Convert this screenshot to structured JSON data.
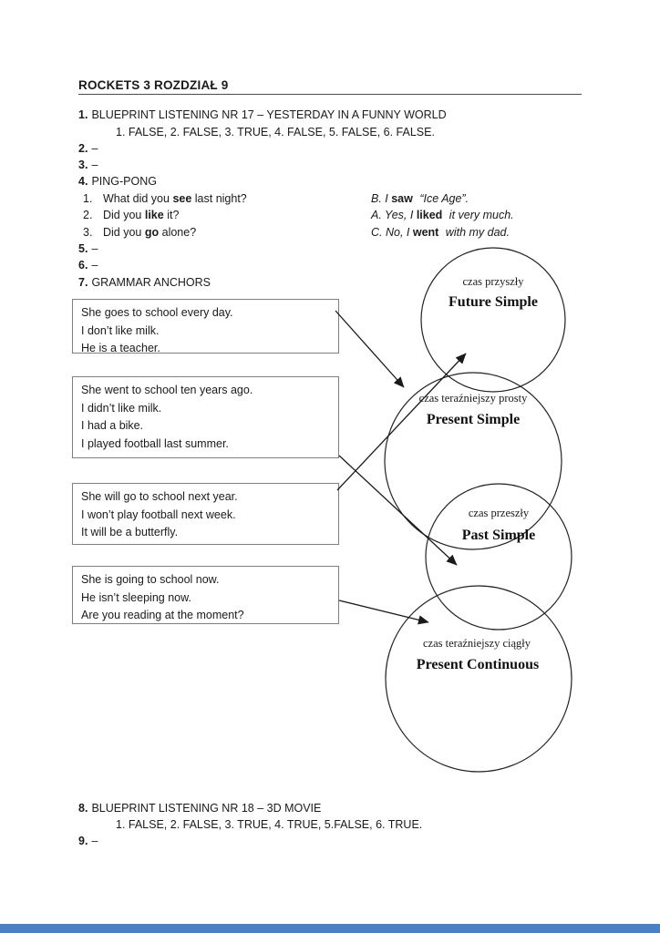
{
  "header": {
    "title": "ROCKETS 3 ROZDZIAŁ 9"
  },
  "items": {
    "i1": {
      "num": "1.",
      "text": "BLUEPRINT LISTENING NR 17 – YESTERDAY IN A FUNNY WORLD",
      "answers": "1. FALSE, 2. FALSE, 3. TRUE, 4. FALSE, 5. FALSE, 6. FALSE."
    },
    "i2": {
      "num": "2.",
      "text": "–"
    },
    "i3": {
      "num": "3.",
      "text": "–"
    },
    "i4": {
      "num": "4.",
      "text": "PING-PONG"
    },
    "i5": {
      "num": "5.",
      "text": "–"
    },
    "i6": {
      "num": "6.",
      "text": "–"
    },
    "i7": {
      "num": "7.",
      "text": "GRAMMAR ANCHORS"
    },
    "i8": {
      "num": "8.",
      "text": "BLUEPRINT LISTENING NR 18 – 3D MOVIE",
      "answers": "1. FALSE, 2. FALSE, 3. TRUE, 4. TRUE, 5.FALSE, 6. TRUE."
    },
    "i9": {
      "num": "9.",
      "text": "–"
    }
  },
  "pingpong": {
    "questions": [
      {
        "num": "1.",
        "pre": "What did you ",
        "bold": "see",
        "post": "  last night?"
      },
      {
        "num": "2.",
        "pre": "Did you ",
        "bold": "like",
        "post": " it?"
      },
      {
        "num": "3.",
        "pre": "Did you ",
        "bold": "go",
        "post": " alone?"
      }
    ],
    "answers": [
      {
        "pre": "B. I ",
        "bold": "saw",
        "post": " “Ice Age”."
      },
      {
        "pre": "A. Yes, I ",
        "bold": "liked",
        "post": " it very much."
      },
      {
        "pre": "C. No, I ",
        "bold": "went",
        "post": "  with my dad."
      }
    ]
  },
  "boxes": [
    {
      "lines": [
        "She goes to school every day.",
        "I don’t like milk.",
        "He is a teacher."
      ]
    },
    {
      "lines": [
        "She went to school ten years ago.",
        "I didn’t like milk.",
        "I had a bike.",
        "I played football last summer."
      ]
    },
    {
      "lines": [
        "She will go to school next year.",
        "I won’t play football next week.",
        "It will be a butterfly."
      ]
    },
    {
      "lines": [
        "She is going to school now.",
        "He isn’t sleeping now.",
        "Are you reading at the moment?"
      ]
    }
  ],
  "circles": [
    {
      "label_pl": "czas przyszły",
      "label_en": "Future Simple"
    },
    {
      "label_pl": "czas teraźniejszy prosty",
      "label_en": "Present Simple"
    },
    {
      "label_pl": "czas przeszły",
      "label_en": "Past Simple"
    },
    {
      "label_pl": "czas teraźniejszy ciągły",
      "label_en": "Present  Continuous"
    }
  ],
  "colors": {
    "accent_bar": "#4a80c4",
    "ink": "#1a1a1a",
    "box_border": "#7f7f7f"
  }
}
